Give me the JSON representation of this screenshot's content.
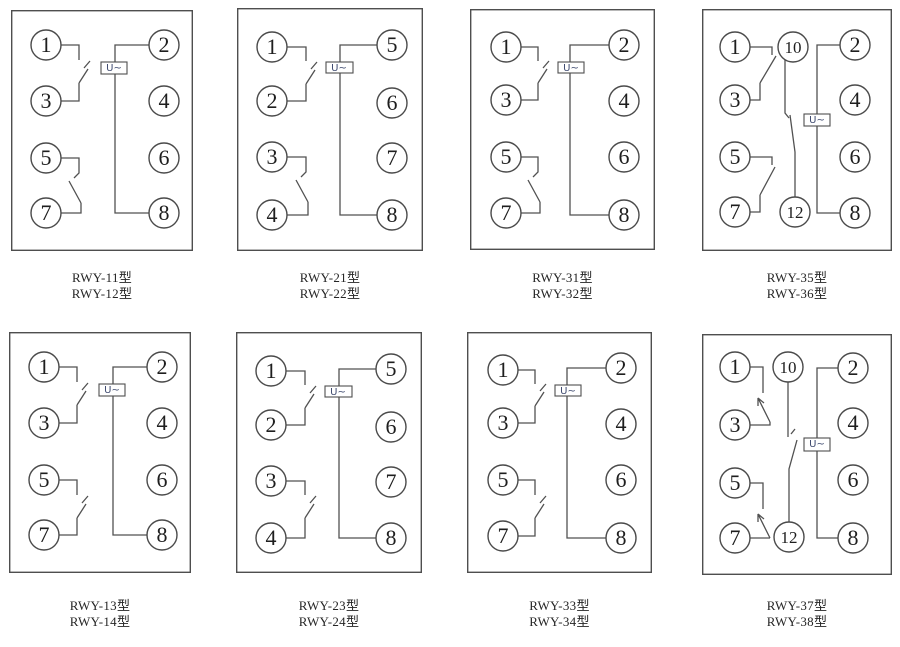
{
  "page": {
    "background": "#ffffff",
    "line_color": "#4e4e4e"
  },
  "diagrams": [
    {
      "captions": [
        "RWY-11型",
        "RWY-12型"
      ],
      "coil_label": "U~",
      "left_terminals": [
        "1",
        "3",
        "5",
        "7"
      ],
      "right_terminals": [
        "2",
        "4",
        "6",
        "8"
      ],
      "middle_terminals": [],
      "coil_terminals": "2-8",
      "contact_pairs": [
        "1-3",
        "5-7"
      ]
    },
    {
      "captions": [
        "RWY-21型",
        "RWY-22型"
      ],
      "coil_label": "U~",
      "left_terminals": [
        "1",
        "2",
        "3",
        "4"
      ],
      "right_terminals": [
        "5",
        "6",
        "7",
        "8"
      ],
      "middle_terminals": [],
      "coil_terminals": "5-8",
      "contact_pairs": [
        "1-2",
        "3-4"
      ]
    },
    {
      "captions": [
        "RWY-31型",
        "RWY-32型"
      ],
      "coil_label": "U~",
      "left_terminals": [
        "1",
        "3",
        "5",
        "7"
      ],
      "right_terminals": [
        "2",
        "4",
        "6",
        "8"
      ],
      "middle_terminals": [],
      "coil_terminals": "2-8",
      "contact_pairs": [
        "1-3",
        "5-7"
      ]
    },
    {
      "captions": [
        "RWY-35型",
        "RWY-36型"
      ],
      "coil_label": "U~",
      "left_terminals": [
        "1",
        "3",
        "5",
        "7"
      ],
      "right_terminals": [
        "2",
        "4",
        "6",
        "8"
      ],
      "middle_terminals": [
        "10",
        "12"
      ],
      "coil_terminals": "2-8",
      "contact_pairs": [
        "1-3",
        "5-7",
        "10-12"
      ]
    },
    {
      "captions": [
        "RWY-13型",
        "RWY-14型"
      ],
      "coil_label": "U~",
      "left_terminals": [
        "1",
        "3",
        "5",
        "7"
      ],
      "right_terminals": [
        "2",
        "4",
        "6",
        "8"
      ],
      "middle_terminals": [],
      "coil_terminals": "2-8",
      "contact_pairs": [
        "1-3",
        "5-7"
      ]
    },
    {
      "captions": [
        "RWY-23型",
        "RWY-24型"
      ],
      "coil_label": "U~",
      "left_terminals": [
        "1",
        "2",
        "3",
        "4"
      ],
      "right_terminals": [
        "5",
        "6",
        "7",
        "8"
      ],
      "middle_terminals": [],
      "coil_terminals": "5-8",
      "contact_pairs": [
        "1-2",
        "3-4"
      ]
    },
    {
      "captions": [
        "RWY-33型",
        "RWY-34型"
      ],
      "coil_label": "U~",
      "left_terminals": [
        "1",
        "3",
        "5",
        "7"
      ],
      "right_terminals": [
        "2",
        "4",
        "6",
        "8"
      ],
      "middle_terminals": [],
      "coil_terminals": "2-8",
      "contact_pairs": [
        "1-3",
        "5-7"
      ]
    },
    {
      "captions": [
        "RWY-37型",
        "RWY-38型"
      ],
      "coil_label": "U~",
      "left_terminals": [
        "1",
        "3",
        "5",
        "7"
      ],
      "right_terminals": [
        "2",
        "4",
        "6",
        "8"
      ],
      "middle_terminals": [
        "10",
        "12"
      ],
      "coil_terminals": "2-8",
      "contact_pairs": [
        "1-3",
        "5-7",
        "10-12"
      ]
    }
  ]
}
